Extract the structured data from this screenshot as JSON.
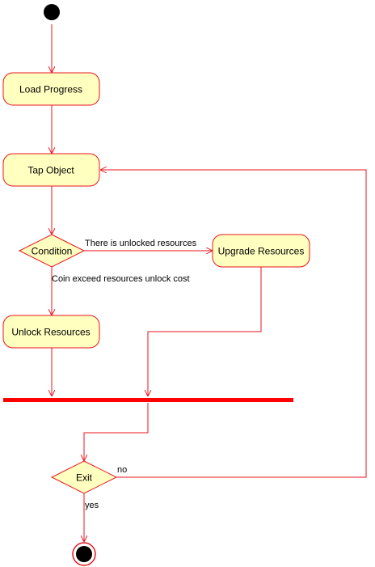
{
  "diagram": {
    "colors": {
      "stroke": "#e8141e",
      "fill": "#ffffc0",
      "start": "#000000"
    },
    "nodes": {
      "load_progress": "Load Progress",
      "tap_object": "Tap Object",
      "condition": "Condition",
      "upgrade_resources": "Upgrade Resources",
      "unlock_resources": "Unlock Resources",
      "exit": "Exit"
    },
    "edges": {
      "condition_to_upgrade": "There is unlocked resources",
      "condition_to_unlock": "Coin exceed resources unlock cost",
      "exit_no": "no",
      "exit_yes": "yes"
    }
  }
}
